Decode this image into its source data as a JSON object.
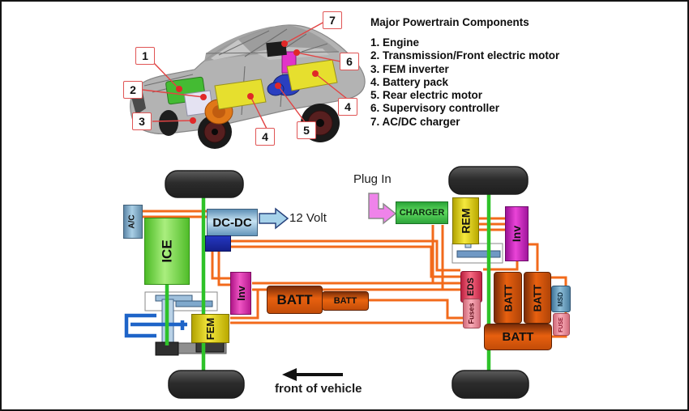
{
  "legend": {
    "title": "Major Powertrain Components",
    "items": [
      "1. Engine",
      "2. Transmission/Front electric motor",
      "3. FEM inverter",
      "4. Battery pack",
      "5. Rear electric motor",
      "6. Supervisory controller",
      "7. AC/DC charger"
    ]
  },
  "callout_numbers": [
    "1",
    "2",
    "3",
    "4",
    "5",
    "6",
    "7"
  ],
  "schematic": {
    "labels": {
      "plug_in": "Plug In",
      "twelve_volt": "12 Volt",
      "front_of_vehicle": "front of vehicle"
    },
    "components": {
      "ac": "A/C",
      "ice": "ICE",
      "dcdc": "DC-DC",
      "inv_front": "Inv",
      "fem": "FEM",
      "batt_main": "BATT",
      "batt_aux": "BATT",
      "charger": "CHARGER",
      "rem": "REM",
      "inv_rear": "Inv",
      "eds": "EDS",
      "fuses": "Fuses",
      "batt_r1": "BATT",
      "batt_r2": "BATT",
      "batt_rear": "BATT",
      "msd": "MSD",
      "fuse": "FUSE"
    }
  },
  "colors": {
    "wire_orange": "#f26a1b",
    "axle_green": "#2ec229",
    "callout_red": "#e05555",
    "battery_orange": "#e8600f",
    "inverter_magenta": "#d935b8",
    "charger_green": "#3fc24d",
    "motor_yellow": "#e8da25",
    "dcdc_blue": "#9cc4de",
    "tire_gray": "#3b3b3b"
  }
}
